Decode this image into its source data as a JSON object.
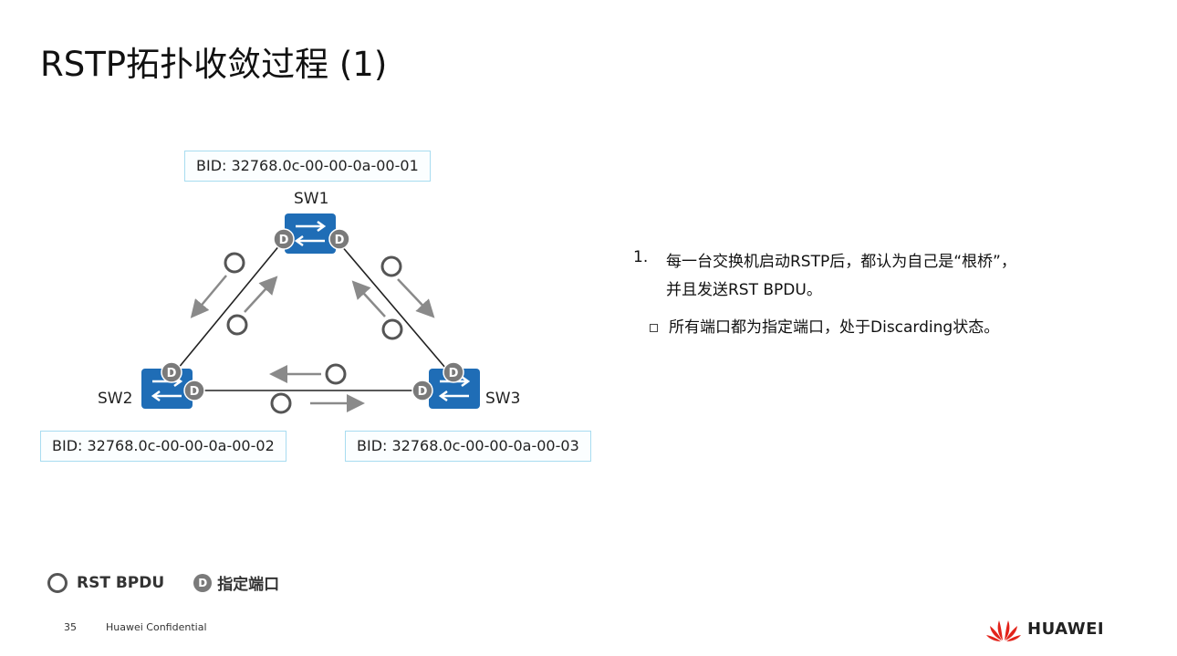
{
  "title": "RSTP拓扑收敛过程 (1)",
  "switches": {
    "sw1": {
      "label": "SW1",
      "bid": "BID: 32768.0c-00-00-0a-00-01"
    },
    "sw2": {
      "label": "SW2",
      "bid": "BID: 32768.0c-00-00-0a-00-02"
    },
    "sw3": {
      "label": "SW3",
      "bid": "BID: 32768.0c-00-00-0a-00-03"
    }
  },
  "port_marker": "D",
  "bullets": {
    "item1_num": "1.",
    "item1_text_line1": "每一台交换机启动RSTP后，都认为自己是“根桥”，",
    "item1_text_line2": "并且发送RST BPDU。",
    "sub_item": "所有端口都为指定端口，处于Discarding状态。"
  },
  "legend": {
    "bpdu_label": "RST BPDU",
    "designated_marker": "D",
    "designated_label": "指定端口"
  },
  "footer": {
    "page": "35",
    "text": "Huawei Confidential"
  },
  "logo": {
    "text": "HUAWEI"
  },
  "colors": {
    "switch_blue": "#1f6db6",
    "port_gray": "#7a7a7a",
    "bid_border": "#a8dcf0",
    "logo_red": "#e2231a"
  }
}
